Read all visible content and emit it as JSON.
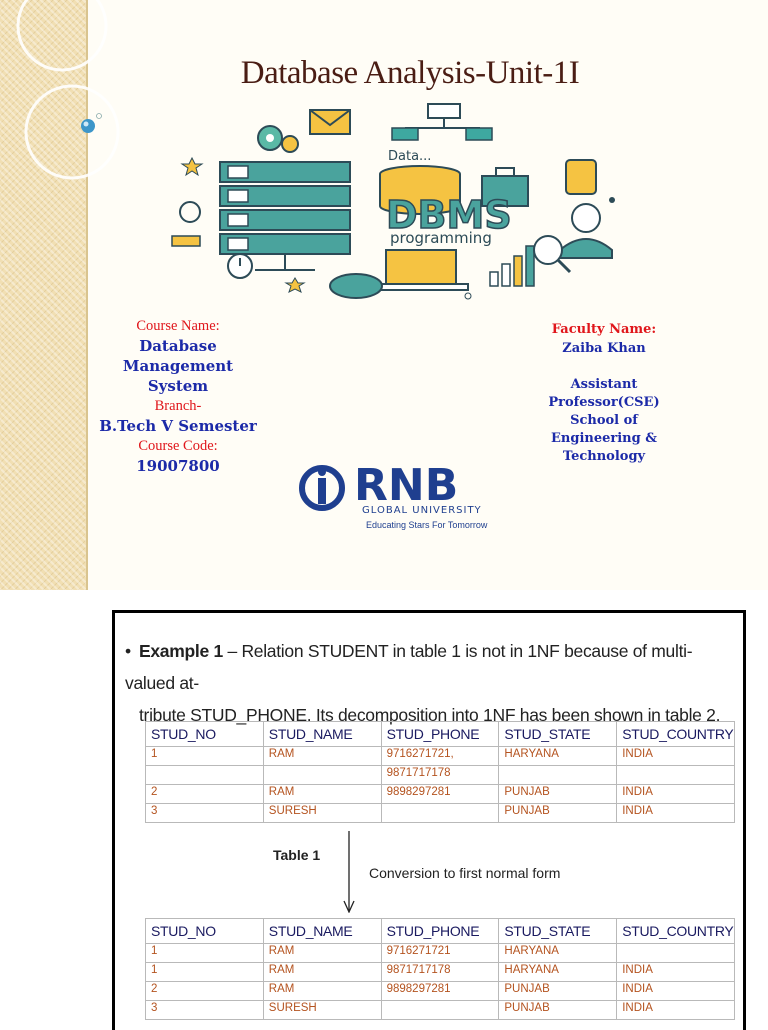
{
  "slide1": {
    "title": "Database Analysis-Unit-1I",
    "art": {
      "data_label": "Data...",
      "dbms_label": "DBMS",
      "programming_label": "programming"
    },
    "left_info": {
      "course_name_label": "Course Name:",
      "course_name_line1": "Database",
      "course_name_line2": "Management",
      "course_name_line3": "System",
      "branch_label": "Branch-",
      "branch_value": "B.Tech V Semester",
      "course_code_label": "Course Code:",
      "course_code_value": "19007800"
    },
    "right_info": {
      "faculty_label": "Faculty Name:",
      "faculty_name": "Zaiba Khan",
      "designation_line1": "Assistant",
      "designation_line2": "Professor(CSE)",
      "designation_line3": "School of",
      "designation_line4": "Engineering &",
      "designation_line5": "Technology"
    },
    "logo": {
      "name": "RNB",
      "subtitle": "GLOBAL UNIVERSITY",
      "tagline": "Educating Stars For Tomorrow",
      "color": "#1f3f8f"
    }
  },
  "slide2": {
    "example_bold": "Example 1",
    "example_text_line1": " – Relation STUDENT in table 1 is not in 1NF because of multi-valued at-",
    "example_text_line2": "tribute STUD_PHONE. Its decomposition into 1NF has been shown in table 2.",
    "headers": [
      "STUD_NO",
      "STUD_NAME",
      "STUD_PHONE",
      "STUD_STATE",
      "STUD_COUNTRY"
    ],
    "table1_rows": [
      [
        "1",
        "RAM",
        "9716271721,",
        "HARYANA",
        "INDIA"
      ],
      [
        "",
        "",
        "9871717178",
        "",
        ""
      ],
      [
        "2",
        "RAM",
        "9898297281",
        "PUNJAB",
        "INDIA"
      ],
      [
        "3",
        "SURESH",
        "",
        "PUNJAB",
        "INDIA"
      ]
    ],
    "table1_label": "Table 1",
    "conversion_label": "Conversion to first normal form",
    "table2_rows": [
      [
        "1",
        "RAM",
        "9716271721",
        "HARYANA",
        ""
      ],
      [
        "1",
        "RAM",
        "9871717178",
        "HARYANA",
        "INDIA"
      ],
      [
        "2",
        "RAM",
        "9898297281",
        "PUNJAB",
        "INDIA"
      ],
      [
        "3",
        "SURESH",
        "",
        "PUNJAB",
        "INDIA"
      ]
    ]
  }
}
